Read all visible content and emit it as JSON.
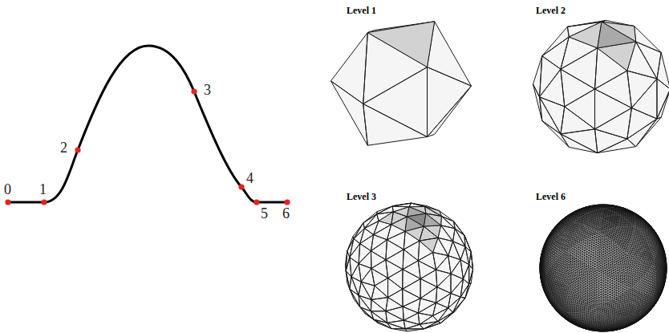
{
  "diagram": {
    "labels": [
      "0",
      "1",
      "2",
      "3",
      "4",
      "5",
      "6",
      "Level 1",
      "Level 2",
      "Level 3",
      "Level 6"
    ]
  }
}
